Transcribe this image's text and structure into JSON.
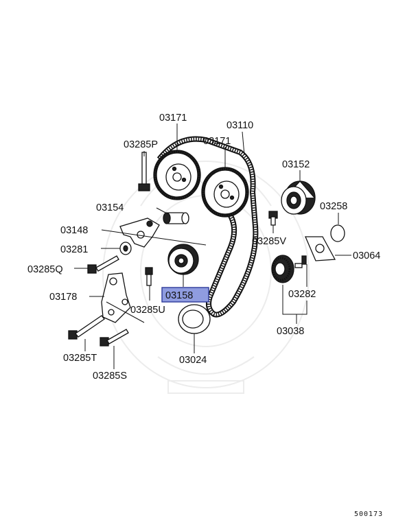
{
  "diagram": {
    "labels": {
      "p03171a": "03171",
      "p03110": "03110",
      "p03285P": "03285P",
      "p03171b": "03171",
      "p03152": "03152",
      "p03154": "03154",
      "p03258": "03258",
      "p03148": "03148",
      "p03285V": "03285V",
      "p03064": "03064",
      "p03281": "03281",
      "p03285Q": "03285Q",
      "p03178": "03178",
      "p03158": "03158",
      "p03282": "03282",
      "p03285U": "03285U",
      "p03038": "03038",
      "p03285T": "03285T",
      "p03024": "03024",
      "p03285S": "03285S"
    },
    "highlighted_part": "03158",
    "diagram_code": "500173",
    "highlight_color": "#8f9ce0"
  }
}
